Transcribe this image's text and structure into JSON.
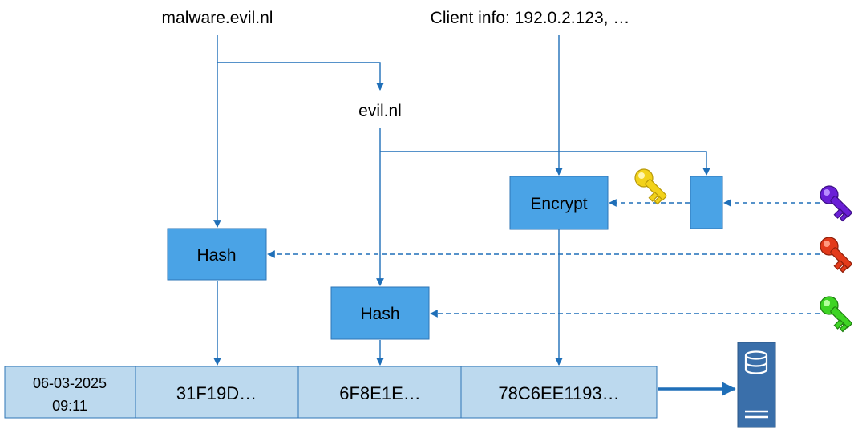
{
  "labels": {
    "domain_top": "malware.evil.nl",
    "client_info": "Client info: 192.0.2.123, …",
    "domain_parent": "evil.nl"
  },
  "boxes": {
    "encrypt": "Encrypt",
    "hash_left": "Hash",
    "hash_mid": "Hash"
  },
  "record": {
    "date": "06-03-2025",
    "time": "09:11",
    "hash1": "31F19D…",
    "hash2": "6F8E1E…",
    "cipher": "78C6EE1193…"
  },
  "icons": {
    "key_yellow": "key-icon",
    "key_purple": "key-icon",
    "key_red": "key-icon",
    "key_green": "key-icon",
    "database": "database-server-icon"
  },
  "colors": {
    "arrow": "#1f6fb8",
    "box_fill": "#4aa3e6",
    "box_stroke": "#2e75b6",
    "record_fill": "#bcd9ee",
    "record_stroke": "#2e75b6",
    "server_fill": "#3a6faa",
    "key_yellow": "#f2d21b",
    "key_purple": "#6a1fd6",
    "key_red": "#e33a1a",
    "key_green": "#3ed424"
  }
}
